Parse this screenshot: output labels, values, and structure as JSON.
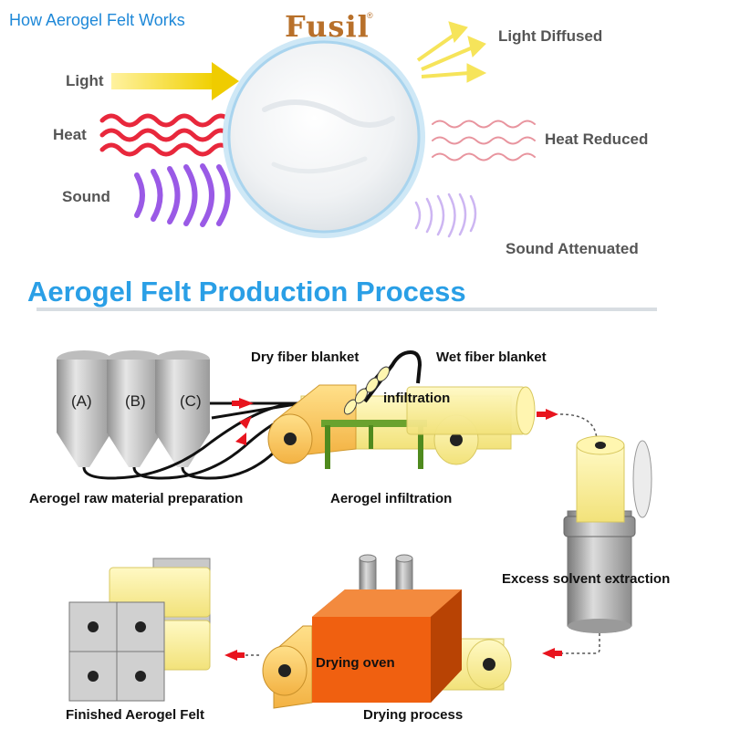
{
  "header": {
    "title": "How Aerogel Felt Works",
    "brand": "Fusil",
    "brand_mark": "®"
  },
  "inputs": {
    "light": "Light",
    "heat": "Heat",
    "sound": "Sound"
  },
  "outputs": {
    "light": "Light Diffused",
    "heat": "Heat Reduced",
    "sound": "Sound Attenuated"
  },
  "process": {
    "title": "Aerogel Felt Production Process",
    "tanks": [
      "(A)",
      "(B)",
      "(C)"
    ],
    "labels": {
      "dry_blanket": "Dry fiber blanket",
      "wet_blanket": "Wet fiber blanket",
      "infiltration": "infiltration",
      "raw_material": "Aerogel raw material preparation",
      "infiltration_step": "Aerogel infiltration",
      "extraction": "Excess solvent extraction",
      "oven": "Drying oven",
      "drying": "Drying process",
      "finished": "Finished Aerogel Felt"
    }
  },
  "colors": {
    "title_blue": "#2a9fe6",
    "brand_gold": "#b8702a",
    "arrow_red": "#e8141e",
    "light_yellow": "#f0d000",
    "heat_red": "#e8283c",
    "sound_purple": "#9a5ae6",
    "oven_orange": "#f06010",
    "roll_yellow": "#fff6a8"
  }
}
